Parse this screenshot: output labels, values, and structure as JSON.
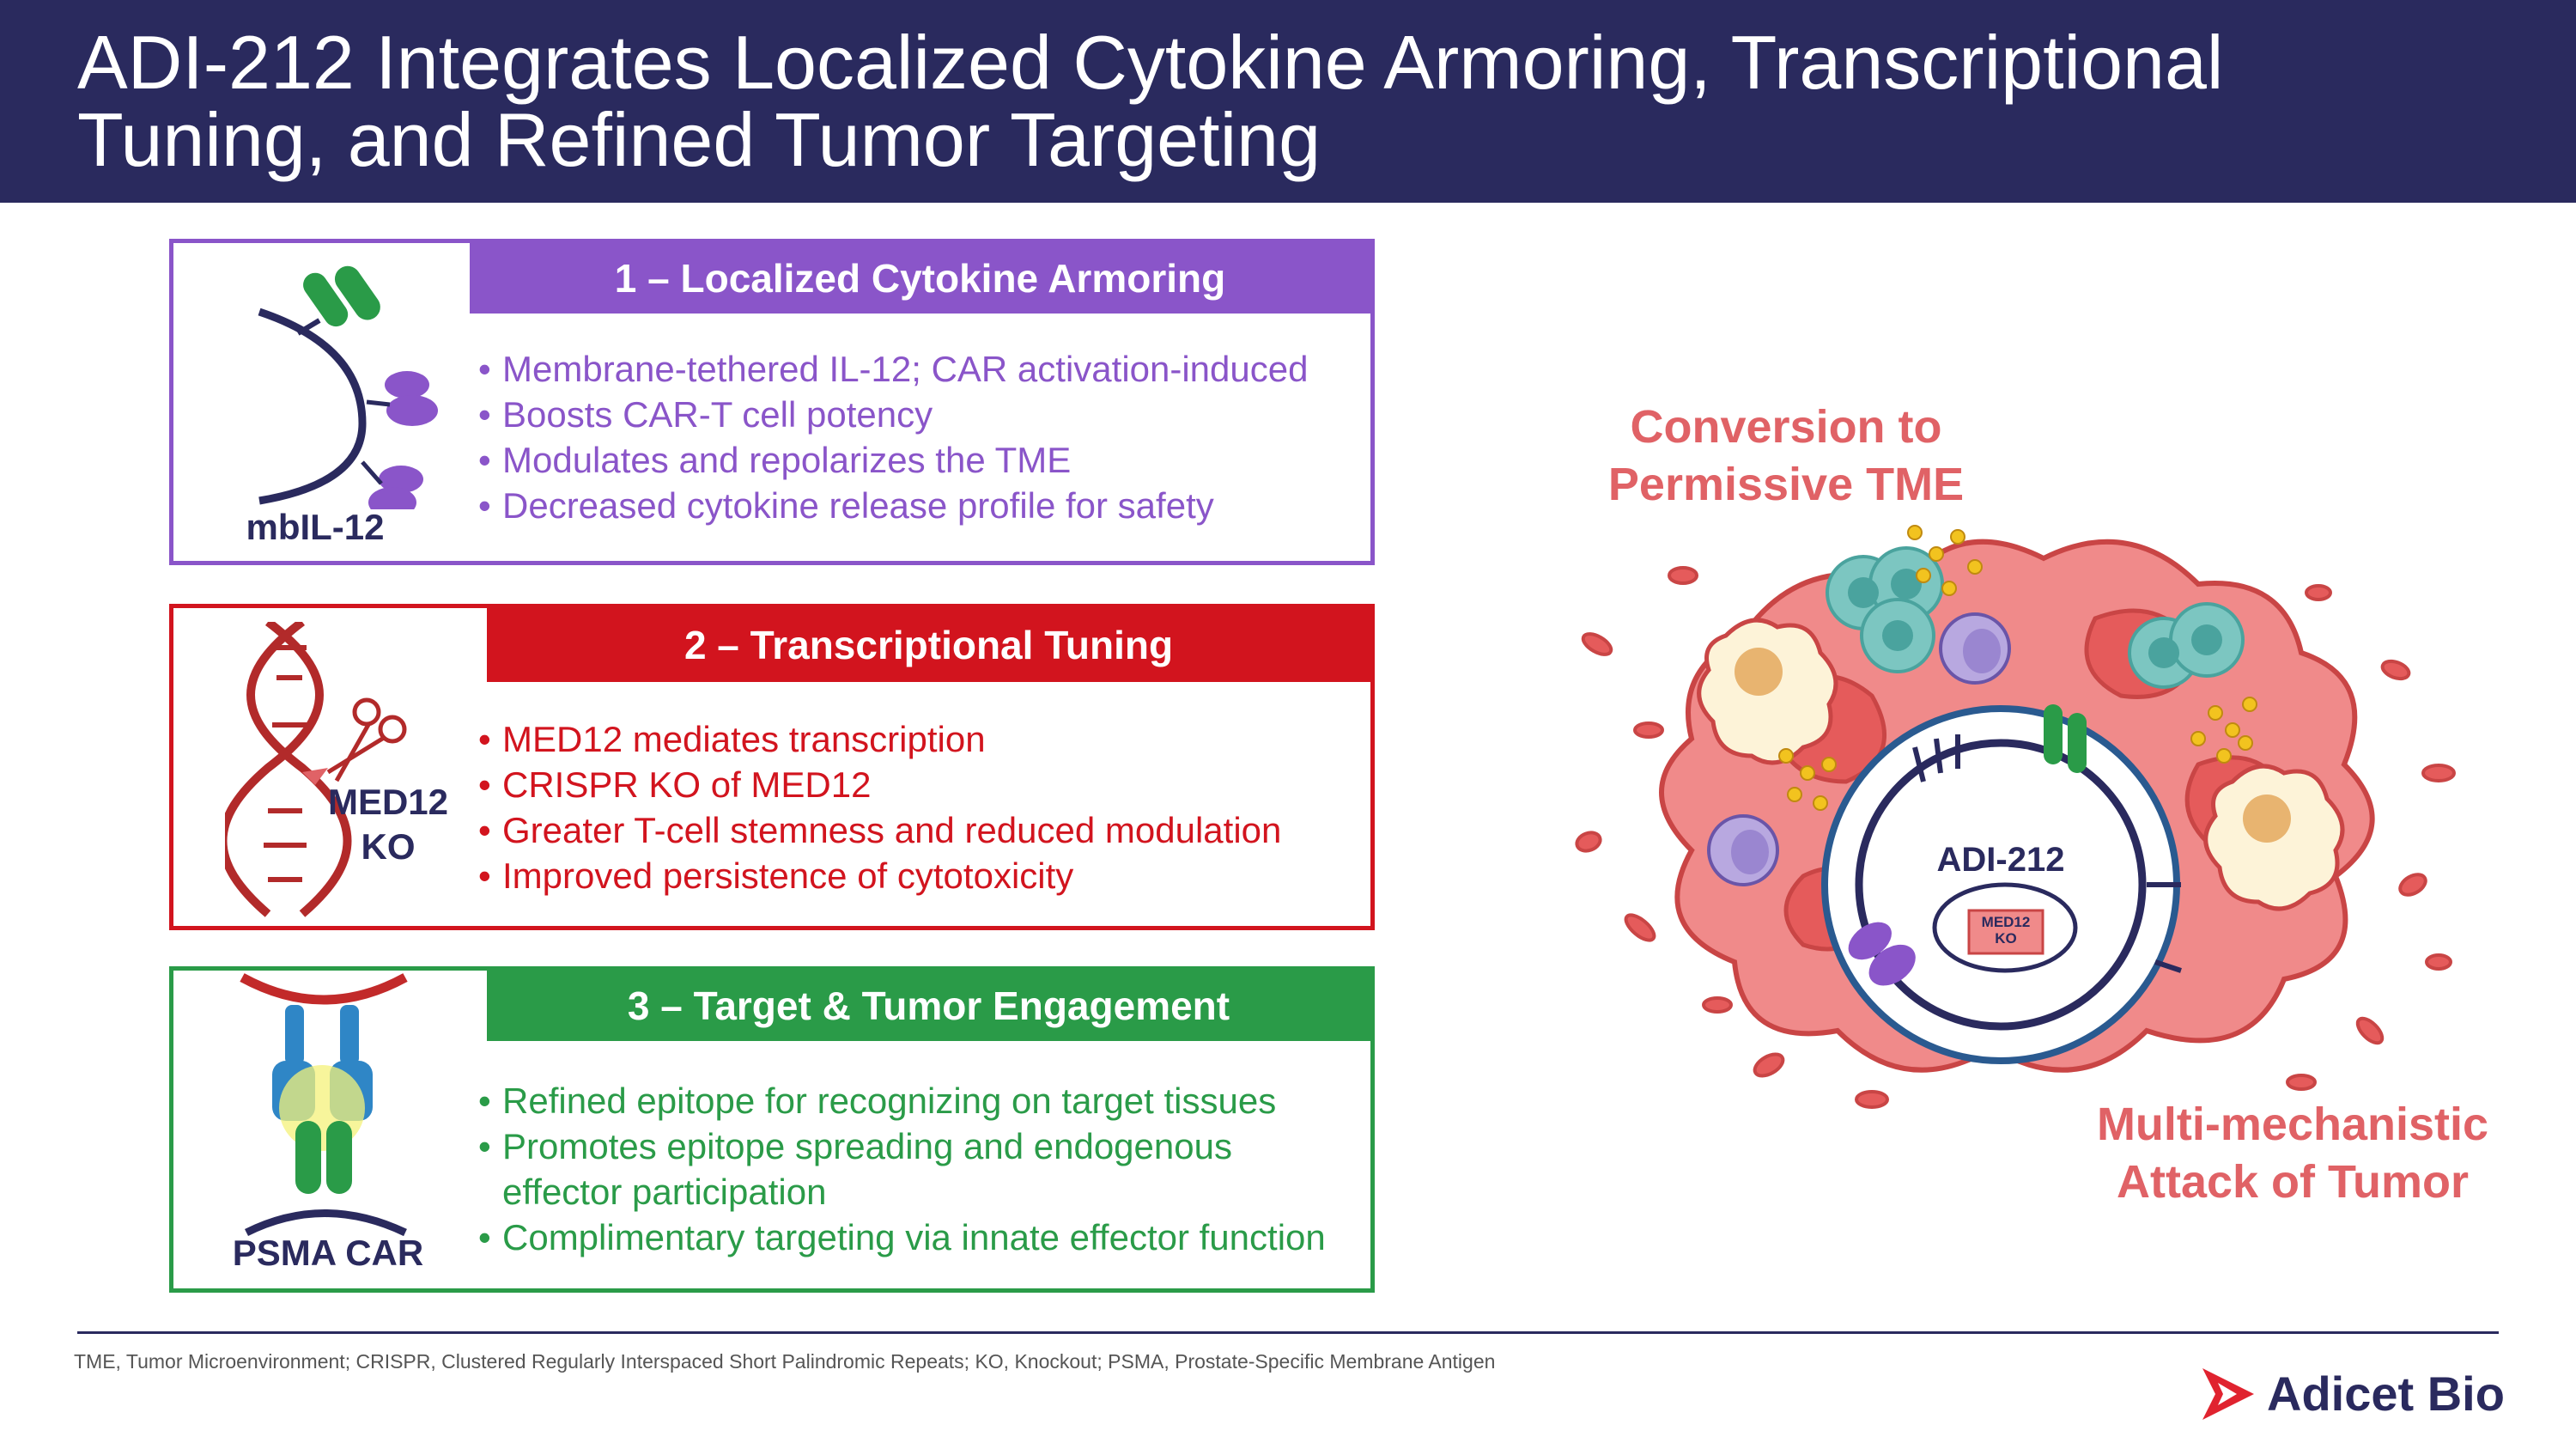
{
  "title_line1": "ADI-212 Integrates Localized Cytokine Armoring, Transcriptional",
  "title_line2": "Tuning, and Refined Tumor Targeting",
  "cards": [
    {
      "caption": "1 – Localized Cytokine Armoring",
      "icon_label": "mbIL-12",
      "color": "#8a55c9",
      "bullets": [
        "Membrane-tethered IL-12; CAR activation-induced",
        "Boosts CAR-T cell potency",
        "Modulates and repolarizes the TME",
        "Decreased cytokine release profile for safety"
      ]
    },
    {
      "caption": "2 – Transcriptional Tuning",
      "icon_label_line1": "MED12",
      "icon_label_line2": "KO",
      "color": "#d2141e",
      "bullets": [
        "MED12 mediates transcription",
        "CRISPR KO of MED12",
        "Greater T-cell stemness and reduced modulation",
        "Improved persistence of cytotoxicity"
      ]
    },
    {
      "caption": "3 – Target & Tumor Engagement",
      "icon_label": "PSMA CAR",
      "color": "#2a9b48",
      "bullets": [
        "Refined epitope for recognizing on target tissues",
        "Promotes epitope spreading and endogenous effector participation",
        "Complimentary targeting via innate effector function"
      ]
    }
  ],
  "diagram": {
    "top_label_line1": "Conversion to",
    "top_label_line2": "Permissive TME",
    "bottom_label_line1": "Multi-mechanistic",
    "bottom_label_line2": "Attack of Tumor",
    "center_label": "ADI-212",
    "nucleus_label_line1": "MED12",
    "nucleus_label_line2": "KO"
  },
  "footnote": "TME, Tumor Microenvironment; CRISPR, Clustered Regularly Interspaced Short Palindromic Repeats; KO, Knockout; PSMA, Prostate-Specific Membrane Antigen",
  "brand": "Adicet Bio",
  "colors": {
    "navy": "#2a2a5e",
    "purple": "#8a55c9",
    "red": "#d2141e",
    "green": "#2a9b48",
    "salmon": "#e06266"
  }
}
